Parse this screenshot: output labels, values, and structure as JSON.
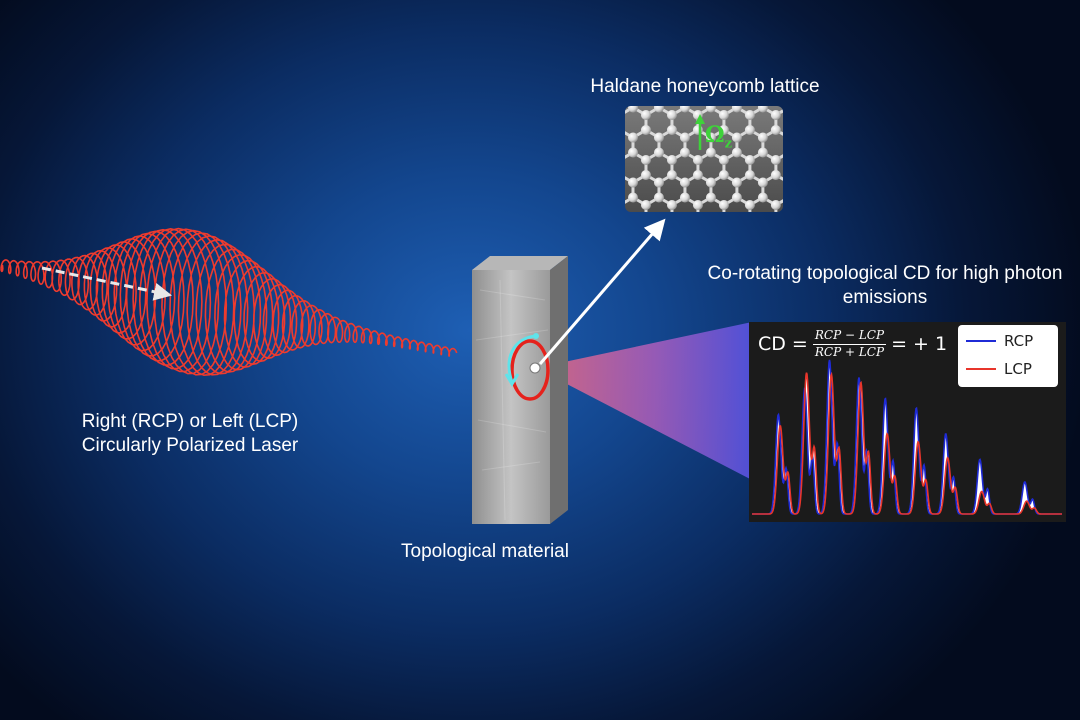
{
  "laser": {
    "label_line1": "Right (RCP) or Left (LCP)",
    "label_line2": "Circularly Polarized Laser",
    "color": "#ee3b2e"
  },
  "material": {
    "label": "Topological material"
  },
  "lattice": {
    "title": "Haldane honeycomb lattice",
    "omega_symbol": "Ω",
    "omega_subscript": "z",
    "omega_color": "#3ed23a"
  },
  "cd_panel": {
    "title": "Co-rotating topological CD for high photon emissions",
    "formula": {
      "lhs": "CD =",
      "numerator": "RCP − LCP",
      "denominator": "RCP + LCP",
      "rhs": "= + 1"
    },
    "legend": [
      {
        "label": "RCP",
        "color": "#1f2bd6"
      },
      {
        "label": "LCP",
        "color": "#e8352b"
      }
    ]
  },
  "chart_data": {
    "type": "line",
    "title": "",
    "xlabel": "",
    "ylabel": "",
    "series": [
      {
        "name": "RCP",
        "peak_heights": [
          0.62,
          0.78,
          0.96,
          0.85,
          0.72,
          0.66,
          0.5,
          0.34,
          0.2
        ]
      },
      {
        "name": "LCP",
        "peak_heights": [
          0.55,
          0.88,
          0.87,
          0.82,
          0.5,
          0.45,
          0.35,
          0.14,
          0.08
        ]
      }
    ]
  }
}
